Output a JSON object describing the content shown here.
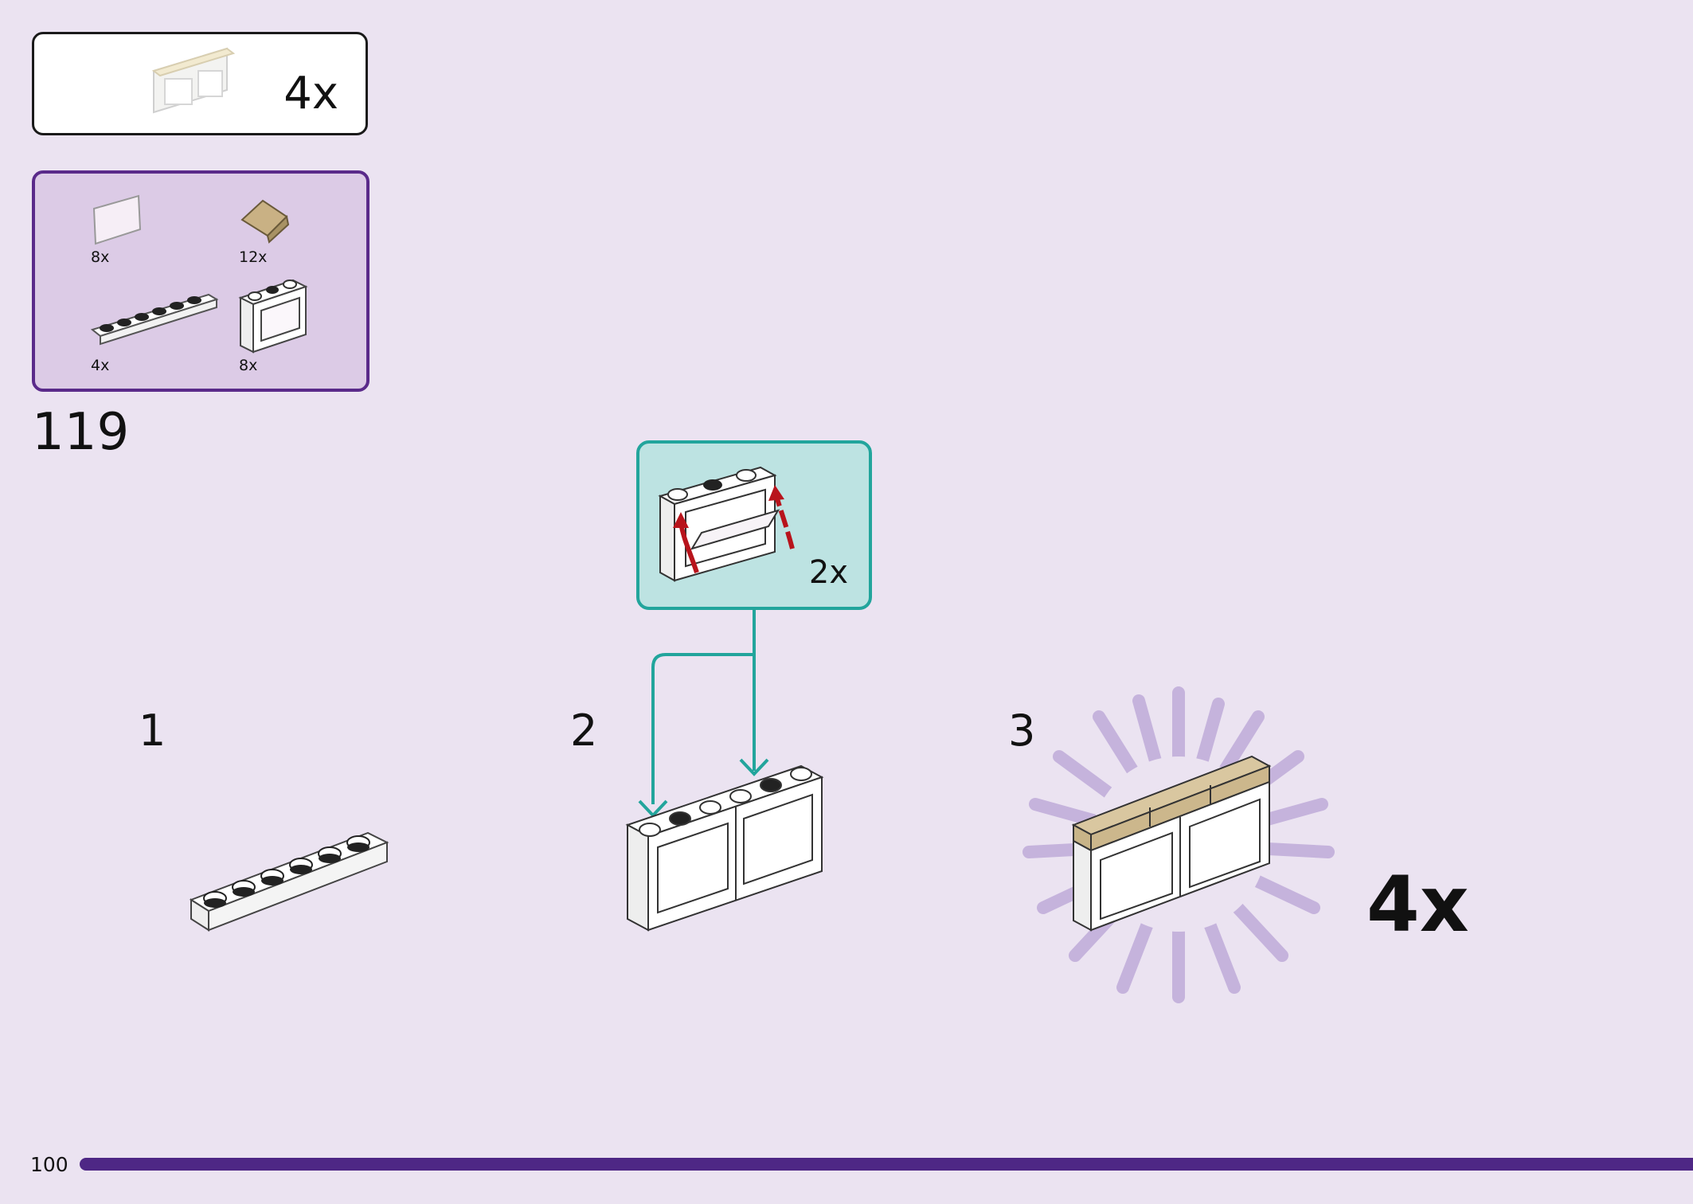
{
  "step_callout": {
    "multiplier": "4x"
  },
  "parts_list": {
    "items": [
      {
        "name": "window-glass",
        "qty": "8x"
      },
      {
        "name": "tan-slope",
        "qty": "12x"
      },
      {
        "name": "white-plate-1x6",
        "qty": "4x"
      },
      {
        "name": "white-window-frame",
        "qty": "8x"
      }
    ]
  },
  "step_number": "119",
  "substeps": [
    {
      "number": "1"
    },
    {
      "number": "2",
      "sub_callout_multiplier": "2x"
    },
    {
      "number": "3",
      "multiplier": "4x"
    }
  ],
  "footer": {
    "page_number": "100"
  },
  "colors": {
    "background": "#ebe3f1",
    "parts_border": "#5a2a8a",
    "parts_fill": "#dccbe6",
    "sub_callout_border": "#22a59c",
    "sub_callout_fill": "#bde3e2",
    "progress_bar": "#4e2785",
    "arrow_red": "#b8141c",
    "tan_brick": "#d9c7a0"
  }
}
